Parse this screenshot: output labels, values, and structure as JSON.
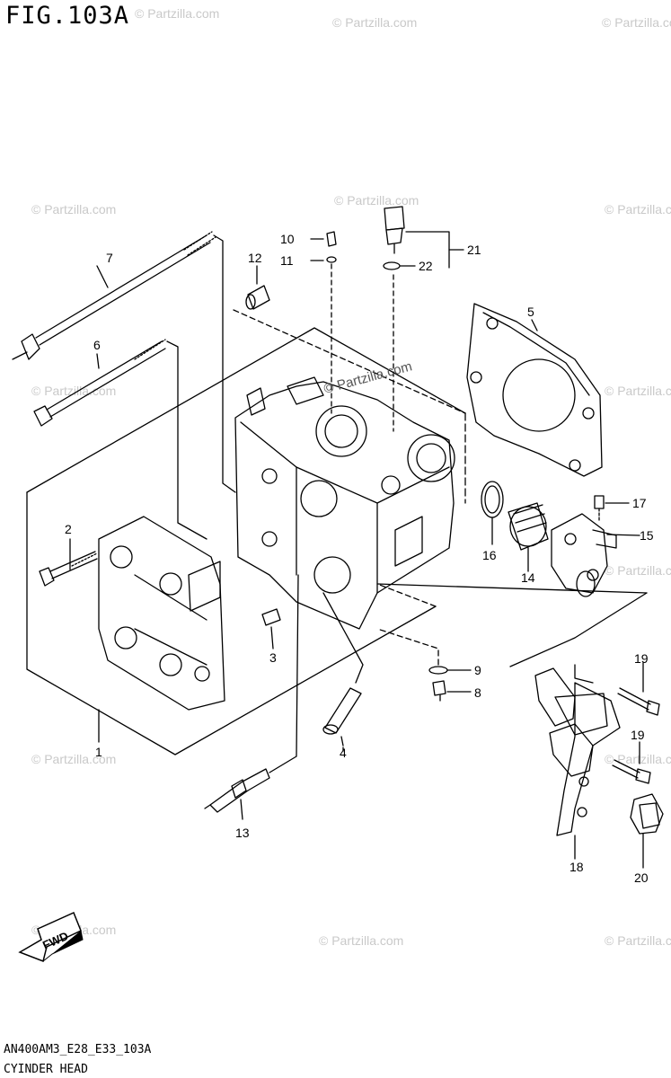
{
  "figure": {
    "title": "FIG.103A",
    "code": "AN400AM3_E28_E33_103A",
    "name": "CYINDER HEAD"
  },
  "watermark": {
    "text": "© Partzilla.com",
    "color": "#c9c9c9"
  },
  "fwd_label": "FWD",
  "callouts": [
    "1",
    "2",
    "3",
    "4",
    "5",
    "6",
    "7",
    "8",
    "9",
    "10",
    "11",
    "12",
    "13",
    "14",
    "15",
    "16",
    "17",
    "18",
    "19",
    "19",
    "20",
    "21",
    "22"
  ],
  "colors": {
    "line": "#000000",
    "background": "#ffffff"
  }
}
